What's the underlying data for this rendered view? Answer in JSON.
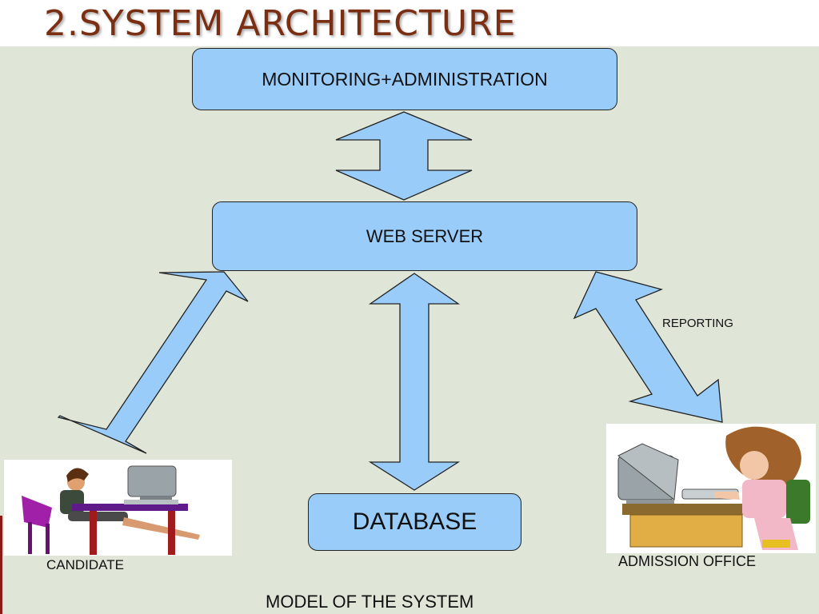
{
  "slide": {
    "title": "2.SYSTEM ARCHITECTURE"
  },
  "nodes": {
    "monitoring": "MONITORING+ADMINISTRATION",
    "web_server": "WEB SERVER",
    "database": "DATABASE"
  },
  "labels": {
    "reporting": "REPORTING",
    "candidate": "CANDIDATE",
    "admission_office": "ADMISSION OFFICE",
    "caption": "MODEL OF THE SYSTEM"
  },
  "colors": {
    "box_fill": "#99ccf9",
    "panel_background": "#dfe6d8",
    "title": "#7a2e12"
  },
  "icons": [
    "candidate-at-computer-illustration",
    "admission-clerk-at-computer-illustration"
  ]
}
